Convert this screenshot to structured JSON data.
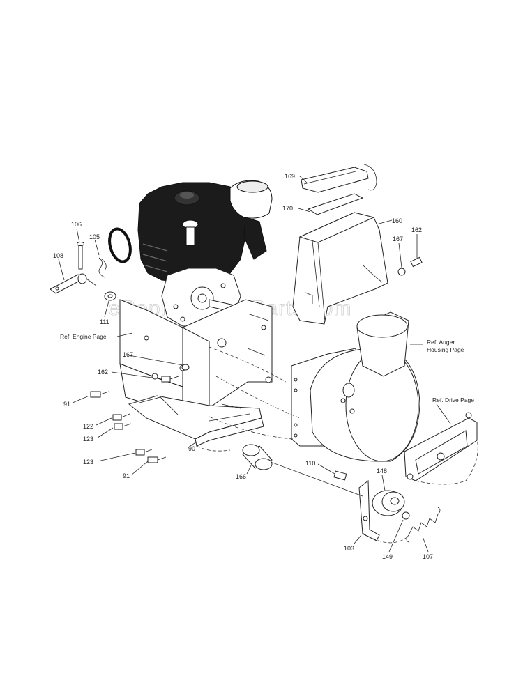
{
  "watermark": "eReplacementParts.com",
  "references": {
    "engine": "Ref. Engine Page",
    "auger_line1": "Ref. Auger",
    "auger_line2": "Housing Page",
    "drive": "Ref. Drive Page"
  },
  "callouts": {
    "p169": "169",
    "p170": "170",
    "p160": "160",
    "p162_top": "162",
    "p167_top": "167",
    "p106": "106",
    "p105": "105",
    "p108": "108",
    "p111": "111",
    "p167_mid": "167",
    "p162_mid": "162",
    "p91_top": "91",
    "p122": "122",
    "p123_top": "123",
    "p123_bot": "123",
    "p91_bot": "91",
    "p90": "90",
    "p166": "166",
    "p110": "110",
    "p148": "148",
    "p103": "103",
    "p149": "149",
    "p107": "107"
  }
}
